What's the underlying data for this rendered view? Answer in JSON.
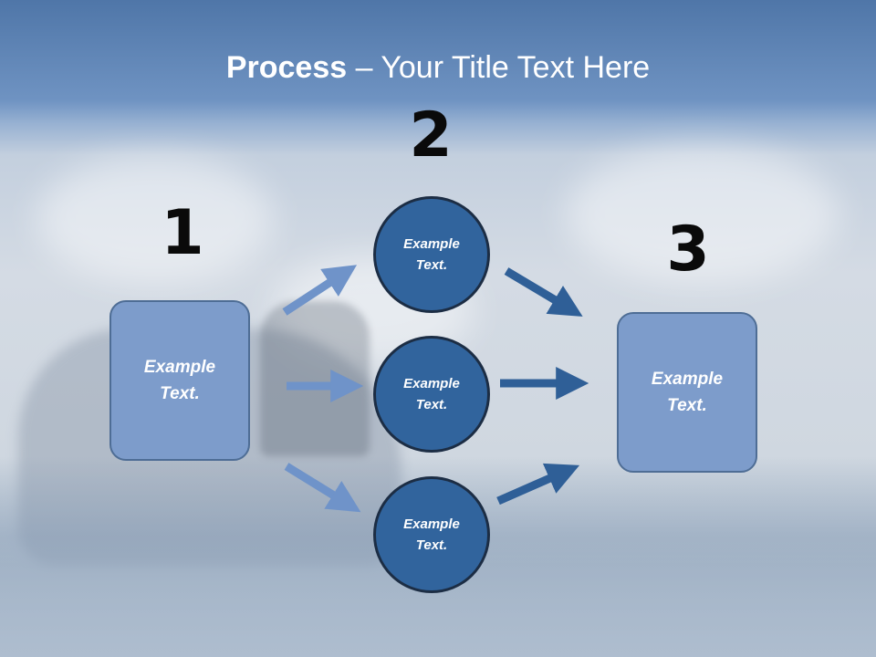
{
  "title": {
    "bold": "Process",
    "rest": " – Your Title Text Here"
  },
  "steps": {
    "one": {
      "number": "1",
      "text": "Example\nText."
    },
    "two": {
      "number": "2",
      "circles": [
        "Example\nText.",
        "Example\nText.",
        "Example\nText."
      ]
    },
    "three": {
      "number": "3",
      "text": "Example\nText."
    }
  },
  "colors": {
    "box_fill": "#7d9ccb",
    "circle_fill": "#31649d",
    "arrow_light": "#6f93c9",
    "arrow_dark": "#2f5f97"
  }
}
